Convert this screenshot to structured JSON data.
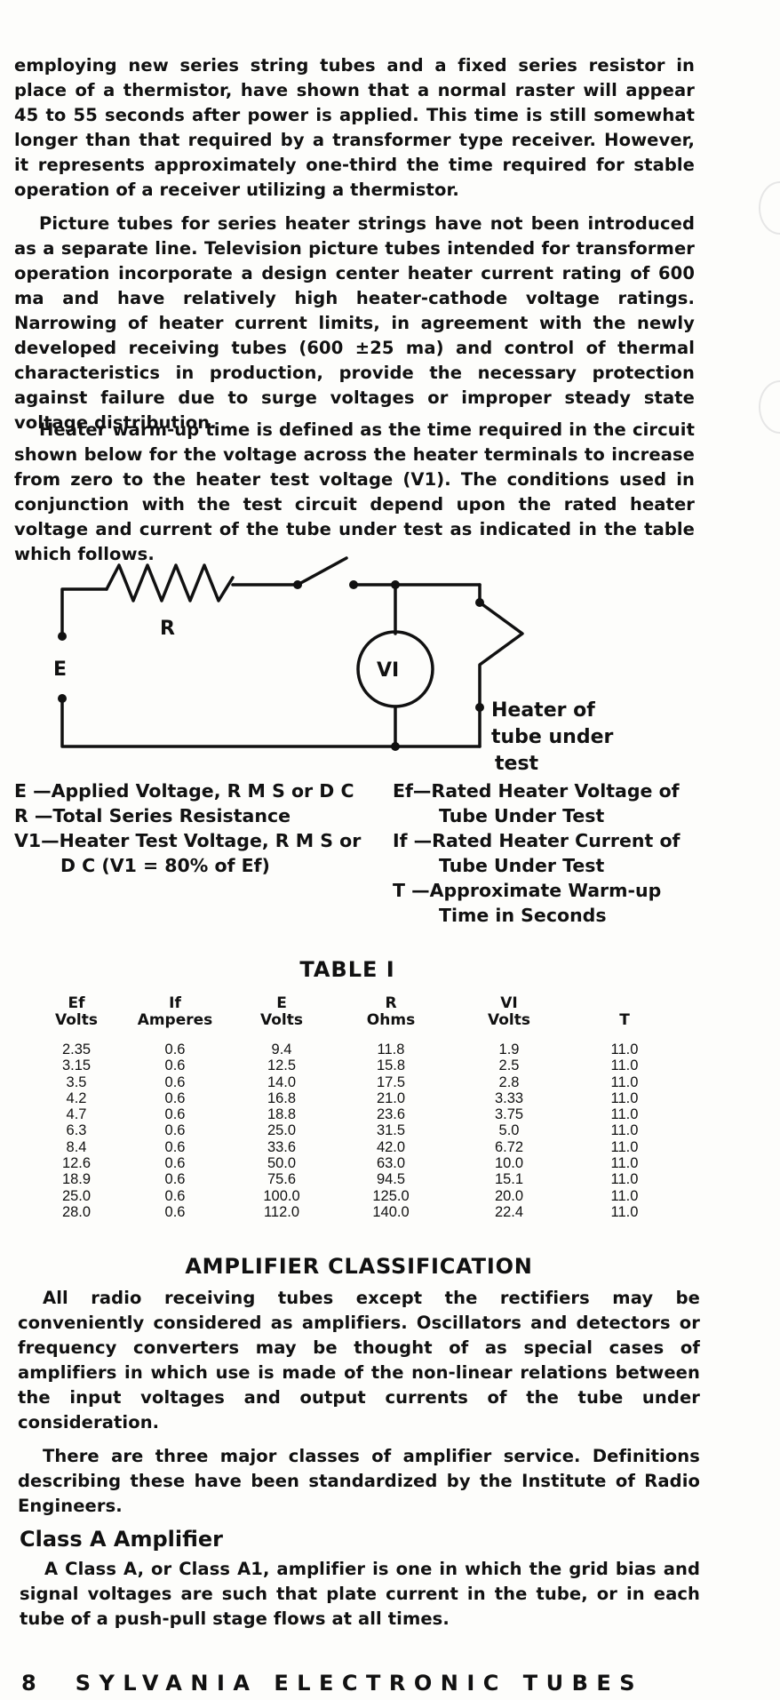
{
  "paragraphs": [
    "employing new series string tubes and a fixed series resistor in place of a thermistor, have shown that a normal raster will appear 45 to 55 seconds after power is applied. This time is still somewhat longer than that required by a transformer type receiver. However, it represents approximately one-third the time required for stable operation of a receiver utilizing a thermistor.",
    "Picture tubes for series heater strings have not been introduced as a separate line. Television picture tubes intended for transformer operation incorporate a design center heater current rating of 600 ma and have relatively high heater-cathode voltage ratings. Narrowing of heater current limits, in agreement with the newly developed receiving tubes (600 ±25 ma) and control of thermal characteristics in production, provide the necessary protection against failure due to surge voltages or improper steady state voltage distribution.",
    "Heater warm-up time is defined as the time required in the circuit shown below for the voltage across the heater terminals to increase from zero to the heater test voltage (V1). The conditions used in conjunction with the test circuit depend upon the rated heater voltage and current of the tube under test as indicated in the table which follows."
  ],
  "circuit": {
    "label_r": "R",
    "label_e": "E",
    "label_v1": "VI",
    "heater_lines": [
      "Heater of",
      "tube under",
      "test"
    ]
  },
  "legend": {
    "left": [
      {
        "text": "E —Applied Voltage, R M S or D C"
      },
      {
        "text": "R —Total Series Resistance"
      },
      {
        "text": "V1—Heater Test Voltage, R M S or"
      },
      {
        "text": "D C (V1 = 80% of Ef)"
      }
    ],
    "right": [
      {
        "text": "Ef—Rated Heater Voltage of"
      },
      {
        "text": "Tube Under Test"
      },
      {
        "text": "If —Rated Heater Current of"
      },
      {
        "text": "Tube Under Test"
      },
      {
        "text": "T —Approximate Warm-up"
      },
      {
        "text": "Time in Seconds"
      }
    ]
  },
  "table": {
    "title": "TABLE I",
    "headers": [
      [
        "Ef",
        "Volts"
      ],
      [
        "If",
        "Amperes"
      ],
      [
        "E",
        "Volts"
      ],
      [
        "R",
        "Ohms"
      ],
      [
        "VI",
        "Volts"
      ],
      [
        "",
        "T"
      ]
    ],
    "rows": [
      [
        "2.35",
        "0.6",
        "9.4",
        "11.8",
        "1.9",
        "11.0"
      ],
      [
        "3.15",
        "0.6",
        "12.5",
        "15.8",
        "2.5",
        "11.0"
      ],
      [
        "3.5",
        "0.6",
        "14.0",
        "17.5",
        "2.8",
        "11.0"
      ],
      [
        "4.2",
        "0.6",
        "16.8",
        "21.0",
        "3.33",
        "11.0"
      ],
      [
        "4.7",
        "0.6",
        "18.8",
        "23.6",
        "3.75",
        "11.0"
      ],
      [
        "6.3",
        "0.6",
        "25.0",
        "31.5",
        "5.0",
        "11.0"
      ],
      [
        "8.4",
        "0.6",
        "33.6",
        "42.0",
        "6.72",
        "11.0"
      ],
      [
        "12.6",
        "0.6",
        "50.0",
        "63.0",
        "10.0",
        "11.0"
      ],
      [
        "18.9",
        "0.6",
        "75.6",
        "94.5",
        "15.1",
        "11.0"
      ],
      [
        "25.0",
        "0.6",
        "100.0",
        "125.0",
        "20.0",
        "11.0"
      ],
      [
        "28.0",
        "0.6",
        "112.0",
        "140.0",
        "22.4",
        "11.0"
      ]
    ]
  },
  "amplifier": {
    "heading": "AMPLIFIER CLASSIFICATION",
    "paragraphs": [
      "All radio receiving tubes except the rectifiers may be conveniently considered as amplifiers. Oscillators and detectors or frequency converters may be thought of as special cases of amplifiers in which use is made of the non-linear relations between the input voltages and output currents of the tube under consideration.",
      "There are three major classes of amplifier service. Definitions describing these have been standardized by the Institute of Radio Engineers."
    ]
  },
  "class_a": {
    "heading": "Class A Amplifier",
    "text": "A Class A, or Class A1, amplifier is one in which the grid bias and signal voltages are such that plate current in the tube, or in each tube of a push-pull stage flows at all times."
  },
  "footer": {
    "page_number": "8",
    "publication": "SYLVANIA ELECTRONIC TUBES"
  }
}
